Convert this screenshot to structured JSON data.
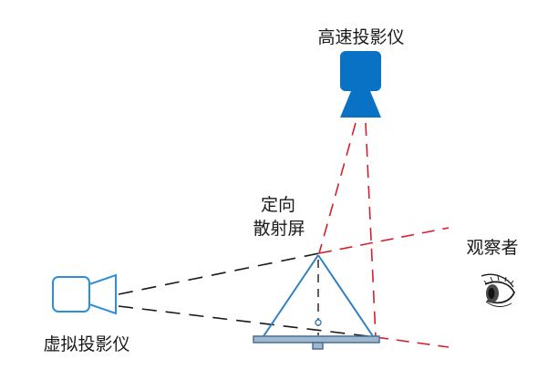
{
  "labels": {
    "high_speed_projector": "高速投影仪",
    "virtual_projector": "虚拟投影仪",
    "directional_screen_line1": "定向",
    "directional_screen_line2": "散射屏",
    "observer": "观察者"
  },
  "colors": {
    "projector_blue": "#0a72c4",
    "screen_blue": "#2f7fc1",
    "virtual_outline_blue": "#2f8fd6",
    "base_fill": "#9fb8cd",
    "base_stroke": "#4a6f93",
    "ray_red": "#d61f2c",
    "ray_black": "#1a1a1a",
    "text": "#1a1a1a"
  },
  "icons": {
    "high_speed_projector": "projector-icon",
    "virtual_projector": "virtual-projector-icon",
    "observer": "eye-icon"
  }
}
